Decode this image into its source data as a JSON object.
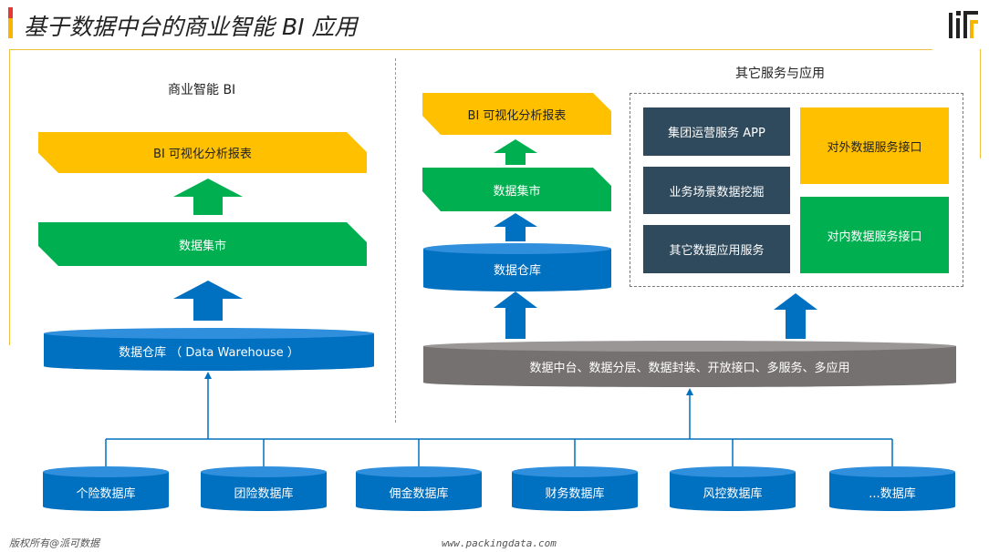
{
  "header": {
    "title": "基于数据中台的商业智能 BI 应用"
  },
  "left_panel": {
    "heading": "商业智能 BI",
    "report_label": "BI 可视化分析报表",
    "mart_label": "数据集市",
    "warehouse_label": "数据仓库 （ Data Warehouse ）"
  },
  "right_panel": {
    "heading": "其它服务与应用",
    "report_label": "BI 可视化分析报表",
    "mart_label": "数据集市",
    "warehouse_label": "数据仓库",
    "services": [
      {
        "label": "集团运营服务 APP"
      },
      {
        "label": "业务场景数据挖掘"
      },
      {
        "label": "其它数据应用服务"
      }
    ],
    "external_api": "对外数据服务接口",
    "internal_api": "对内数据服务接口",
    "platform_label": "数据中台、数据分层、数据封装、开放接口、多服务、多应用"
  },
  "sources": [
    {
      "label": "个险数据库"
    },
    {
      "label": "团险数据库"
    },
    {
      "label": "佣金数据库"
    },
    {
      "label": "财务数据库"
    },
    {
      "label": "风控数据库"
    },
    {
      "label": "...数据库"
    }
  ],
  "footer": {
    "copyright": "版权所有@派可数据",
    "url": "www.packingdata.com"
  },
  "colors": {
    "blue": "#0070c0",
    "green": "#00b050",
    "yellow": "#ffc000",
    "dark": "#2f4a5c",
    "gray": "#767171"
  },
  "icons": {
    "logo": "packingdata-logo"
  }
}
